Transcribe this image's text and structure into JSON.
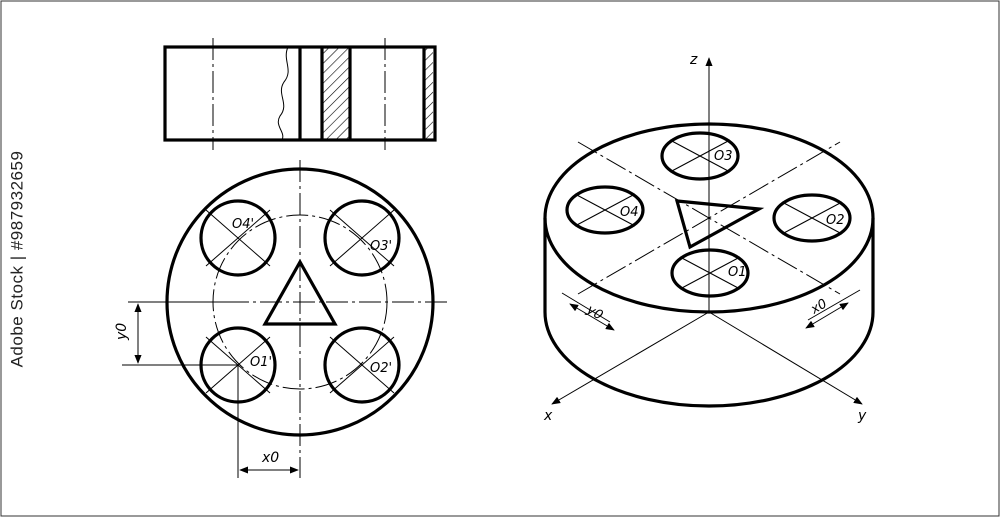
{
  "stock": {
    "id_text": "Adobe Stock | #987932659"
  },
  "labels": {
    "front_view": {
      "holes": [
        "O4'",
        "O3'",
        "O1'",
        "O2'"
      ],
      "dim_y": "y0",
      "dim_x": "x0"
    },
    "isometric_view": {
      "axis_z": "z",
      "axis_x": "x",
      "axis_y": "y",
      "holes": [
        "O3",
        "O4",
        "O2",
        "O1"
      ],
      "dim_y": "y0",
      "dim_x": "x0"
    }
  },
  "colors": {
    "line": "#000000",
    "background": "#ffffff"
  }
}
